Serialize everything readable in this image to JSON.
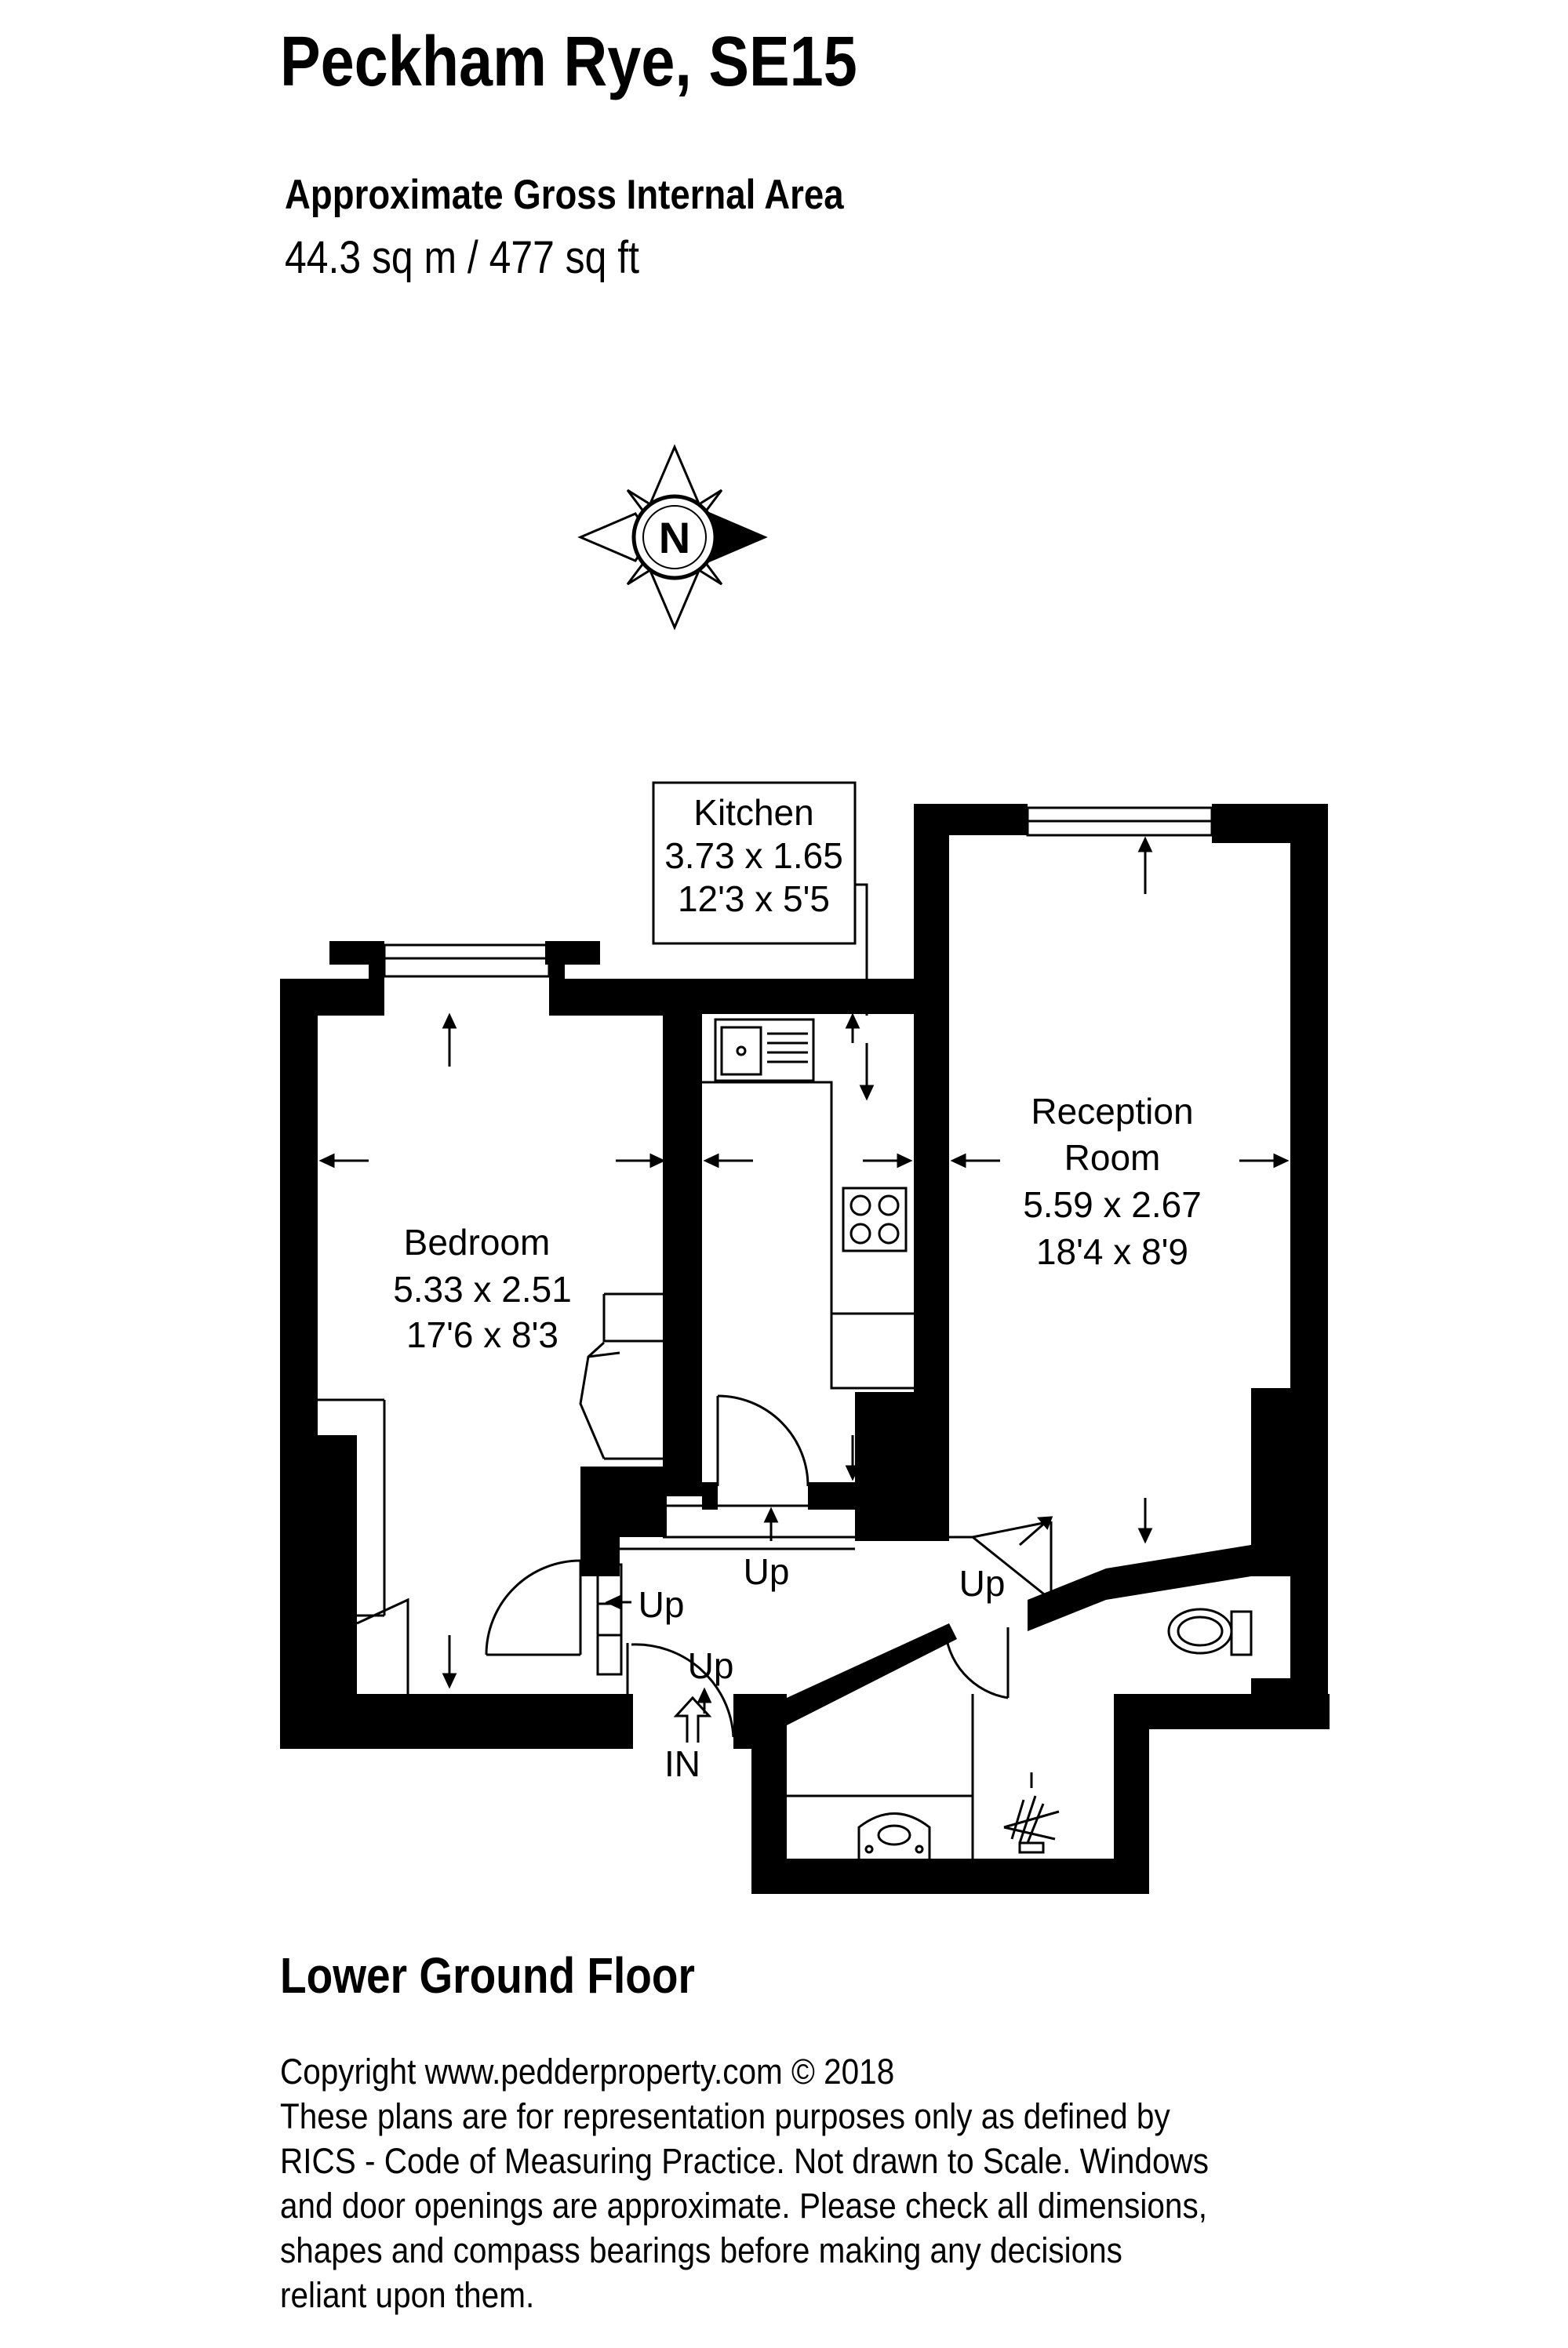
{
  "title": "Peckham Rye, SE15",
  "area": {
    "label": "Approximate Gross Internal Area",
    "value": "44.3 sq m / 477 sq ft"
  },
  "compass": {
    "letter": "N",
    "icon": "compass-rose-icon"
  },
  "rooms": {
    "kitchen": {
      "name": "Kitchen",
      "metric": "3.73 x 1.65",
      "imperial": "12'3 x 5'5"
    },
    "reception": {
      "name_line1": "Reception",
      "name_line2": "Room",
      "metric": "5.59 x 2.67",
      "imperial": "18'4 x 8'9"
    },
    "bedroom": {
      "name": "Bedroom",
      "metric": "5.33 x 2.51",
      "imperial": "17'6 x 8'3"
    }
  },
  "stairs": {
    "up_kitchen": "Up",
    "up_reception": "Up",
    "up_left": "Up",
    "up_entrance": "Up"
  },
  "entrance_label": "IN",
  "floor_name": "Lower Ground Floor",
  "disclaimer": {
    "line1": "Copyright www.pedderproperty.com © 2018",
    "line2": "These plans are for representation purposes only as defined by",
    "line3": "RICS - Code of Measuring Practice. Not drawn to Scale. Windows",
    "line4": "and door openings are approximate. Please check all dimensions,",
    "line5": "shapes and compass bearings before making any decisions",
    "line6": "reliant upon them."
  },
  "colors": {
    "wall": "#000000",
    "background": "#ffffff",
    "fixture_line": "#000000"
  }
}
